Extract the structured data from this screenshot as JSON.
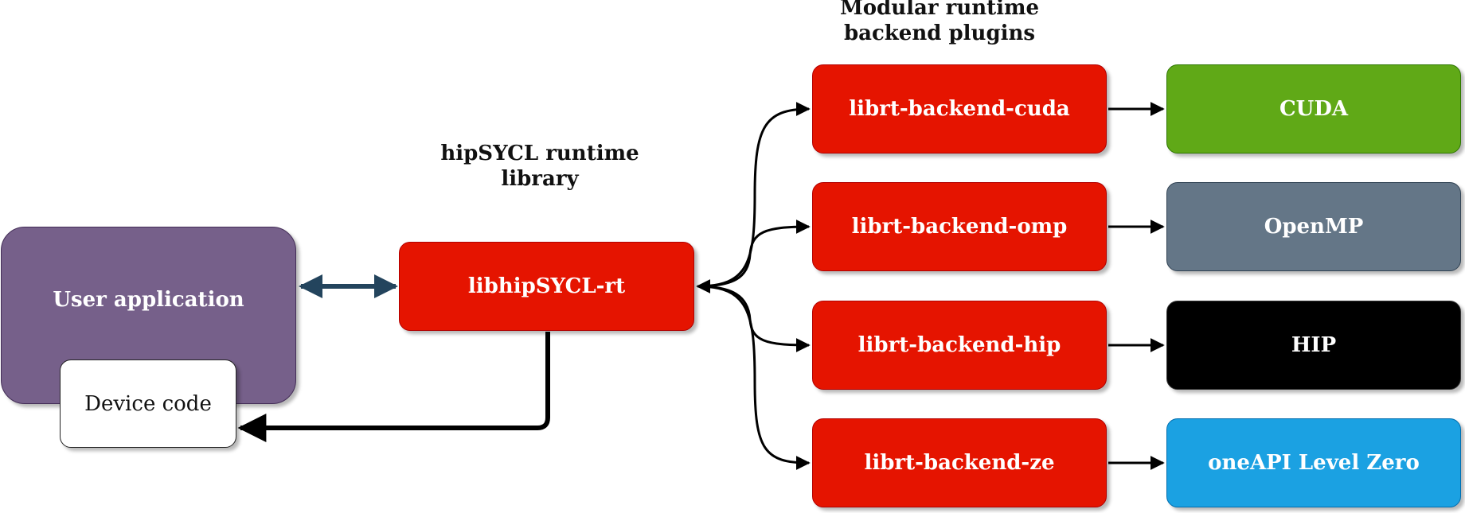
{
  "headings": {
    "plugins": "Modular runtime backend plugins",
    "runtime_library": "hipSYCL runtime library"
  },
  "nodes": {
    "user_application": "User application",
    "device_code": "Device code",
    "runtime": "libhipSYCL-rt",
    "backends": [
      {
        "label": "librt-backend-cuda"
      },
      {
        "label": "librt-backend-omp"
      },
      {
        "label": "librt-backend-hip"
      },
      {
        "label": "librt-backend-ze"
      }
    ],
    "apis": [
      {
        "label": "CUDA",
        "color": "#60a917",
        "border": "#2d7600"
      },
      {
        "label": "OpenMP",
        "color": "#647687",
        "border": "#314354"
      },
      {
        "label": "HIP",
        "color": "#000000",
        "border": "#333333"
      },
      {
        "label": "oneAPI Level Zero",
        "color": "#1ba1e2",
        "border": "#006eaf"
      }
    ]
  },
  "colors": {
    "runtime_red": "#e51400",
    "user_purple": "#76608a",
    "bidirectional_arrow": "#23445d"
  }
}
